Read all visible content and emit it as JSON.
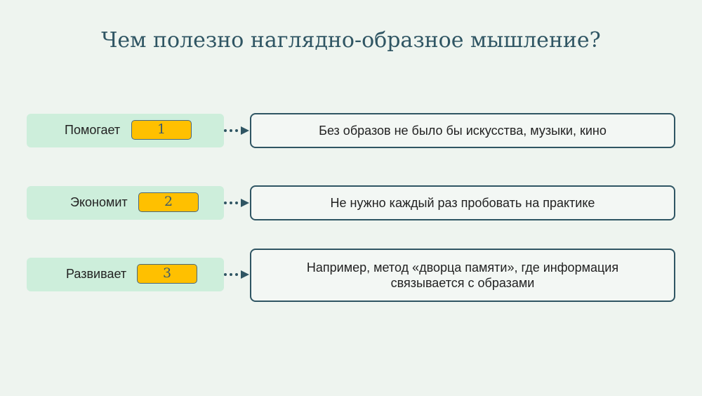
{
  "title": "Чем полезно наглядно-образное мышление?",
  "rows": [
    {
      "label": "Помогает",
      "badge": "1",
      "text": "Без образов не было бы искусства, музыки, кино"
    },
    {
      "label": "Экономит",
      "badge": "2",
      "text": "Не нужно каждый раз пробовать на практике"
    },
    {
      "label": "Развивает",
      "badge": "3",
      "text": "Например, метод «дворца памяти», где информация связывается с образами"
    }
  ]
}
